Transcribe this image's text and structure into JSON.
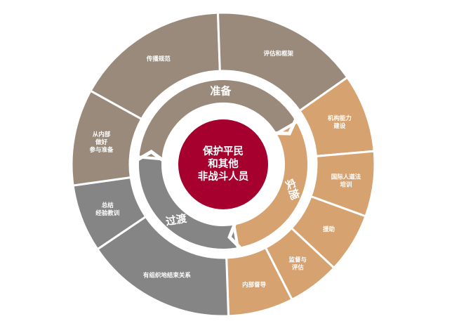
{
  "colors": {
    "preparation": "#9a8a7b",
    "implementation": "#d6a26f",
    "transition": "#858586",
    "center": "#a5002e",
    "divider": "#ffffff"
  },
  "center": {
    "lines": [
      "保护平民",
      "和其他",
      "非战斗人员"
    ]
  },
  "phases": [
    {
      "id": "prep",
      "label": "准备",
      "color_key": "preparation"
    },
    {
      "id": "impl",
      "label": "实施",
      "color_key": "implementation"
    },
    {
      "id": "trans",
      "label": "过渡",
      "color_key": "transition"
    }
  ],
  "outer_segments": [
    {
      "id": "dissemination",
      "phase": "prep",
      "lines": [
        "传播规范"
      ]
    },
    {
      "id": "assessment",
      "phase": "prep",
      "lines": [
        "评估和框架"
      ]
    },
    {
      "id": "capacity",
      "phase": "impl",
      "lines": [
        "机构能力",
        "建设"
      ]
    },
    {
      "id": "ihl-training",
      "phase": "impl",
      "lines": [
        "国际人道法",
        "培训"
      ]
    },
    {
      "id": "assistance",
      "phase": "impl",
      "lines": [
        "援助"
      ]
    },
    {
      "id": "monitoring",
      "phase": "impl",
      "lines": [
        "监督与",
        "评估"
      ]
    },
    {
      "id": "internal-oversight",
      "phase": "impl",
      "lines": [
        "内部督导"
      ]
    },
    {
      "id": "orderly-exit",
      "phase": "trans",
      "lines": [
        "有组织地结束关系"
      ]
    },
    {
      "id": "lessons",
      "phase": "trans",
      "lines": [
        "总结",
        "经验教训"
      ]
    },
    {
      "id": "internal-prep",
      "phase": "prep",
      "lines": [
        "从内部",
        "做好",
        "参与准备"
      ]
    }
  ]
}
